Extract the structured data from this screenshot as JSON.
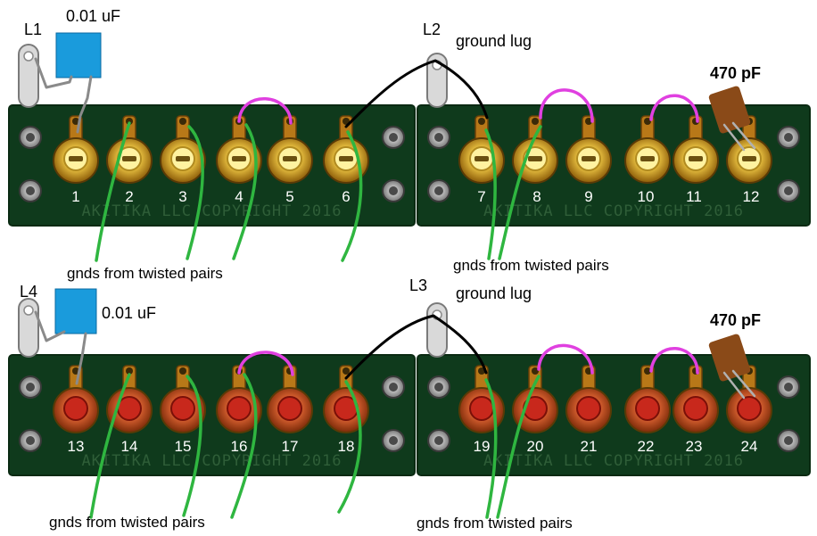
{
  "lugs": {
    "top_left": "L1",
    "top_right": "L2",
    "bottom_left": "L4",
    "bottom_right": "L3"
  },
  "capacitors": {
    "top_left_value": "0.01 uF",
    "bottom_left_value": "0.01 uF",
    "top_right_value": "470 pF",
    "bottom_right_value": "470 pF"
  },
  "annotations": {
    "ground_lug_top": "ground lug",
    "ground_lug_bottom": "ground lug",
    "gnds_top_left": "gnds from twisted pairs",
    "gnds_top_right": "gnds from twisted pairs",
    "gnds_bottom_left": "gnds from twisted pairs",
    "gnds_bottom_right": "gnds from twisted pairs"
  },
  "copyright": "AKITIKA LLC COPYRIGHT 2016",
  "boards": [
    {
      "terminals": [
        "1",
        "2",
        "3",
        "4",
        "5",
        "6"
      ],
      "type": "gold"
    },
    {
      "terminals": [
        "7",
        "8",
        "9",
        "10",
        "11",
        "12"
      ],
      "type": "gold"
    },
    {
      "terminals": [
        "13",
        "14",
        "15",
        "16",
        "17",
        "18"
      ],
      "type": "red"
    },
    {
      "terminals": [
        "19",
        "20",
        "21",
        "22",
        "23",
        "24"
      ],
      "type": "red"
    }
  ],
  "colors": {
    "board": "#0f3a1c",
    "ground_wire": "#2fb640",
    "jumper_wire": "#e040e0",
    "lug_wire": "#000000",
    "capacitor_film": "#1a9bdc",
    "capacitor_ceramic": "#8a4a18"
  }
}
